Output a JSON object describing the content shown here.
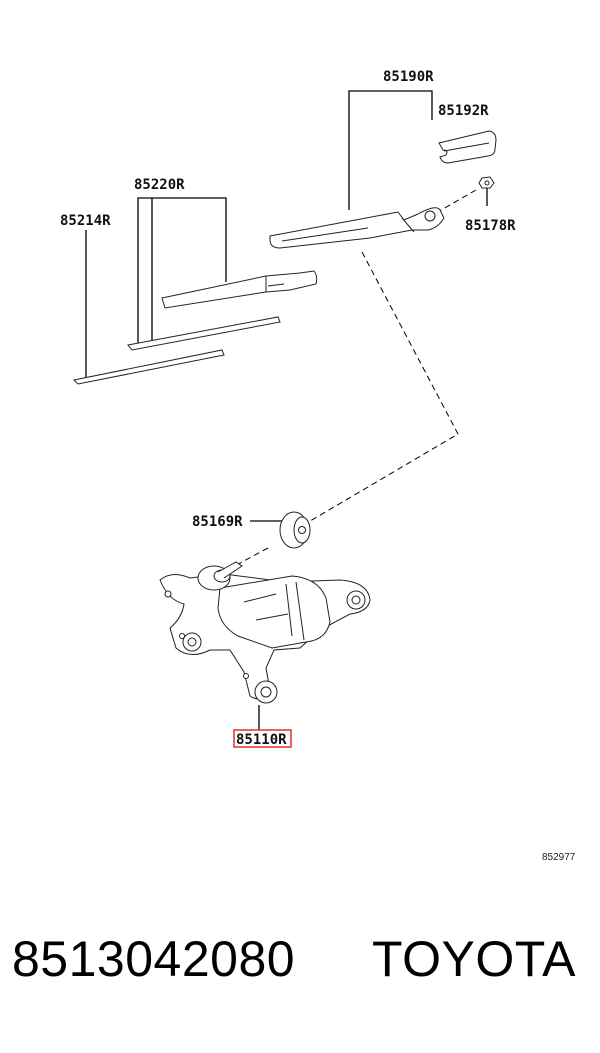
{
  "diagram": {
    "parts": {
      "p85190": "85190R",
      "p85192": "85192R",
      "p85178": "85178R",
      "p85220": "85220R",
      "p85214": "85214R",
      "p85169": "85169R",
      "p85110": "85110R"
    },
    "highlighted_part": "85110R",
    "highlight_color": "#e03030",
    "reference_code": "852977"
  },
  "footer": {
    "part_number": "8513042080",
    "brand": "TOYOTA"
  }
}
